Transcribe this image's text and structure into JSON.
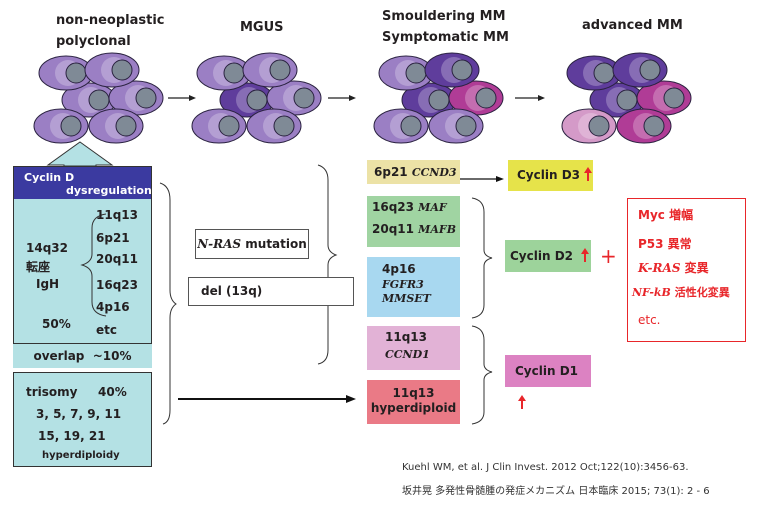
{
  "stages": [
    {
      "title_line1": "non-neoplastic",
      "title_line2": "polyclonal"
    },
    {
      "title_line1": "MGUS",
      "title_line2": ""
    },
    {
      "title_line1": "Smouldering MM",
      "title_line2": "Symptomatic MM"
    },
    {
      "title_line1": "advanced MM",
      "title_line2": ""
    }
  ],
  "colors": {
    "cell_normal": "#9b7fc4",
    "cell_dark": "#5f3d9c",
    "cell_magenta": "#b03c96",
    "cell_pink": "#d49ac8",
    "nucleus": "#7f8a96",
    "cyclin_header": "#3b3aa0",
    "left_panel": "#b4e1e4",
    "ccnd3": "#ece2a6",
    "maf": "#a0d4a2",
    "fgfr3": "#a8d8f0",
    "ccnd1": "#e2b2d6",
    "hyperdiploid": "#ea7a86",
    "cyclin_d3": "#e6e34a",
    "cyclin_d2": "#9dd39b",
    "cyclin_d1": "#dc82c2",
    "red": "#e8262a"
  },
  "left_panel": {
    "header_line1": "Cyclin D",
    "header_line2": "dysregulation",
    "translocation_label_1": "14q32",
    "translocation_label_2": "転座",
    "translocation_label_3": "IgH",
    "translocation_pct": "50%",
    "partners": [
      "11q13",
      "6p21",
      "20q11",
      "16q23",
      "4p16",
      "etc"
    ],
    "overlap": "overlap  ~10%",
    "trisomy_label": "trisomy",
    "trisomy_pct": "40%",
    "trisomy_line1": "3, 5, 7, 9, 11",
    "trisomy_line2": "15, 19, 21",
    "trisomy_line3": "hyperdiploidy"
  },
  "middle": {
    "nras_italic": "N-RAS",
    "nras_rest": " mutation",
    "del13q": "del (13q)"
  },
  "groups": [
    {
      "line1_a": "6p21 ",
      "line1_b": "CCND3"
    },
    {
      "line1_a": "16q23 ",
      "line1_b": "MAF",
      "line2_a": "20q11 ",
      "line2_b": "MAFB"
    },
    {
      "line1": "4p16",
      "line2": "FGFR3",
      "line3": "MMSET"
    },
    {
      "line1": "11q13",
      "line2": "CCND1"
    },
    {
      "line1": "11q13",
      "line2": "hyperdiploid"
    }
  ],
  "cyclins": [
    {
      "label": "Cyclin D3"
    },
    {
      "label": "Cyclin D2"
    },
    {
      "label": "Cyclin D1"
    }
  ],
  "plus": "+",
  "additional": {
    "items": [
      {
        "a": "Myc ",
        "b": "増幅",
        "italic": false
      },
      {
        "a": "P53 ",
        "b": "異常",
        "italic": false
      },
      {
        "a": "K-RAS",
        "b": " 変異",
        "italic": true
      },
      {
        "a": "NF-kB",
        "b": " 活性化変異",
        "italic": true
      }
    ],
    "etc": "etc."
  },
  "references": [
    "Kuehl WM, et al. J Clin Invest. 2012 Oct;122(10):3456-63.",
    "坂井晃 多発性骨髄腫の発症メカニズム 日本臨床 2015; 73(1): 2 - 6"
  ]
}
